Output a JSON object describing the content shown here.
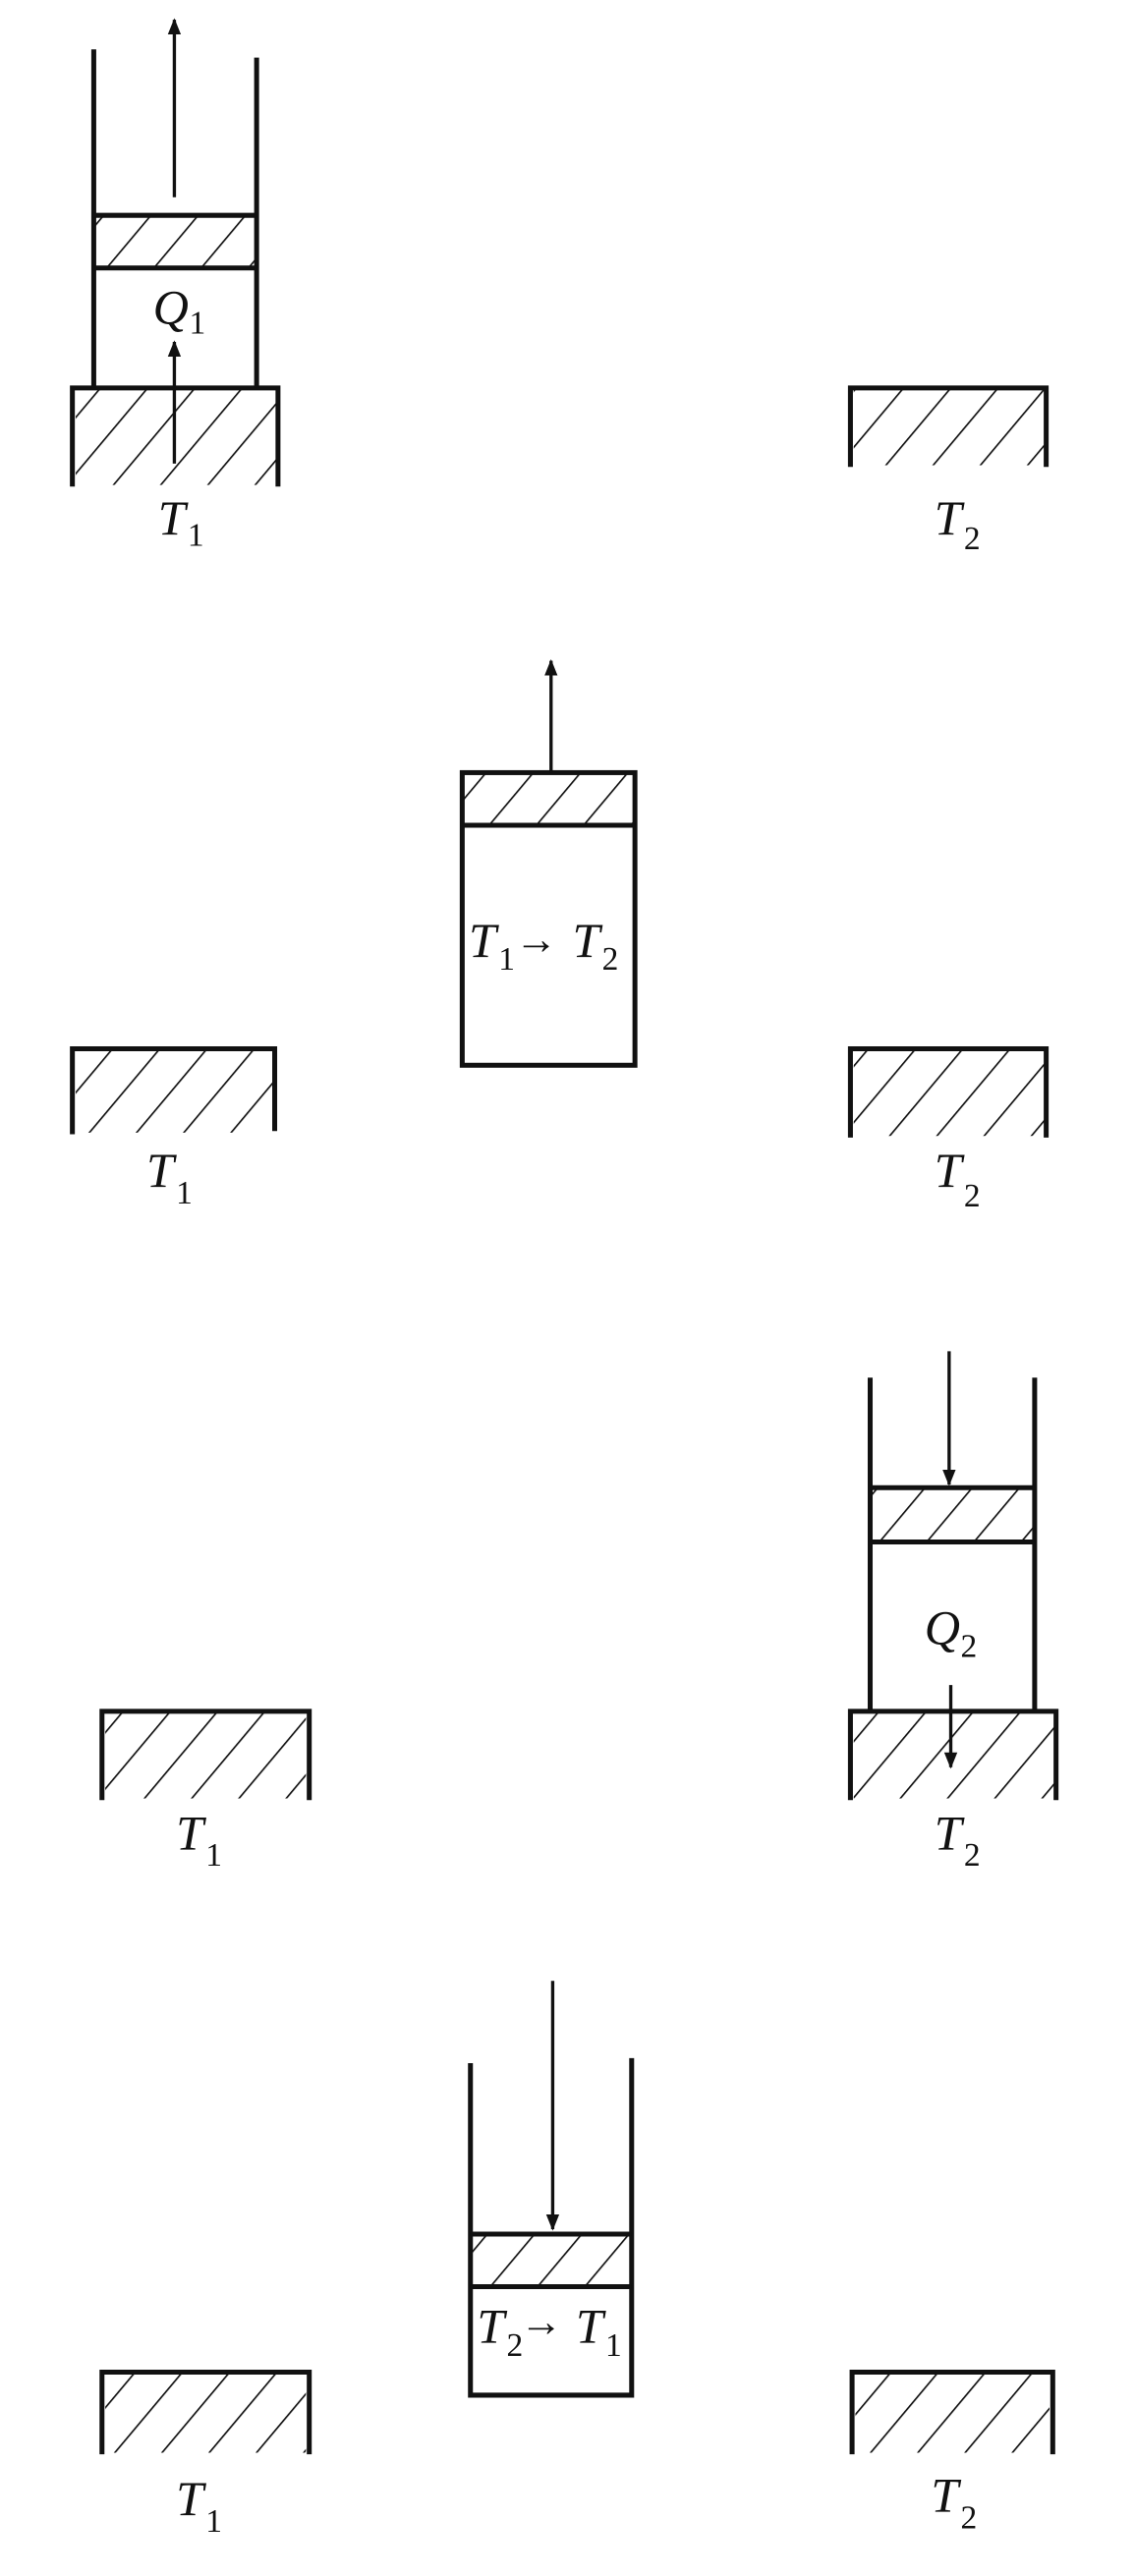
{
  "panels": [
    {
      "id": "isothermal-expansion",
      "left_reservoir": {
        "symbol": "T",
        "sub": "1"
      },
      "right_reservoir": {
        "symbol": "T",
        "sub": "2"
      },
      "cylinder_label": {
        "symbol": "Q",
        "sub": "1"
      }
    },
    {
      "id": "adiabatic-expansion",
      "left_reservoir": {
        "symbol": "T",
        "sub": "1"
      },
      "right_reservoir": {
        "symbol": "T",
        "sub": "2"
      },
      "cylinder_label": {
        "from": "T",
        "from_sub": "1",
        "arrow": "→",
        "to": "T",
        "to_sub": "2"
      }
    },
    {
      "id": "isothermal-compression",
      "left_reservoir": {
        "symbol": "T",
        "sub": "1"
      },
      "right_reservoir": {
        "symbol": "T",
        "sub": "2"
      },
      "cylinder_label": {
        "symbol": "Q",
        "sub": "2"
      }
    },
    {
      "id": "adiabatic-compression",
      "left_reservoir": {
        "symbol": "T",
        "sub": "1"
      },
      "right_reservoir": {
        "symbol": "T",
        "sub": "2"
      },
      "cylinder_label": {
        "from": "T",
        "from_sub": "2",
        "arrow": "→",
        "to": "T",
        "to_sub": "1"
      }
    }
  ]
}
